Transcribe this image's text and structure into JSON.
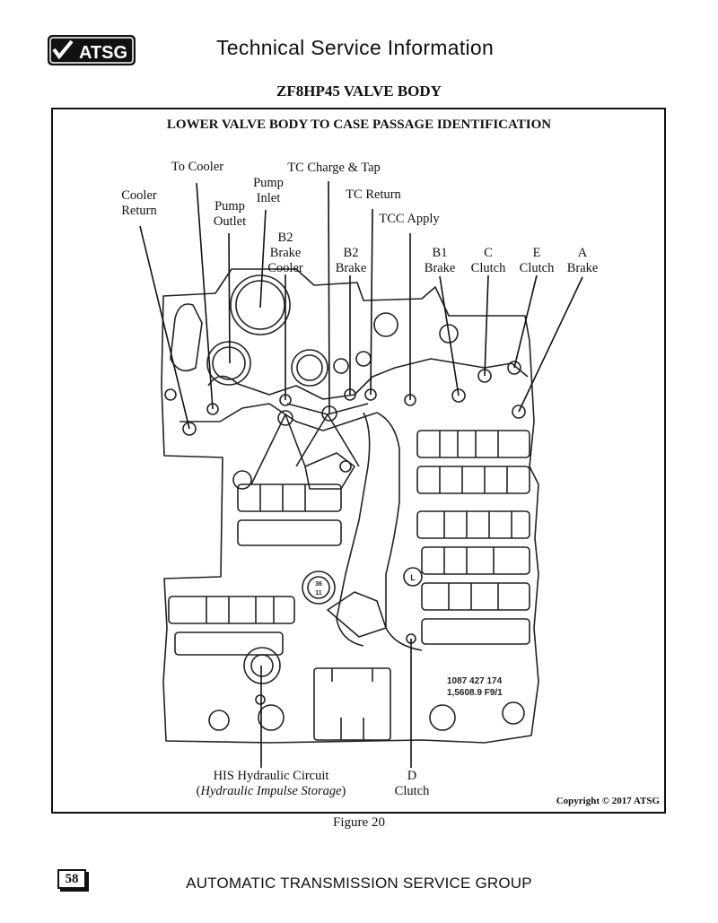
{
  "header": {
    "logo_text": "ATSG",
    "title": "Technical Service Information"
  },
  "document": {
    "title": "ZF8HP45 VALVE BODY"
  },
  "figure": {
    "heading": "LOWER VALVE BODY TO CASE PASSAGE IDENTIFICATION",
    "callouts": [
      {
        "id": "cooler-return",
        "lines": [
          "Cooler",
          "Return"
        ]
      },
      {
        "id": "to-cooler",
        "lines": [
          "To Cooler"
        ]
      },
      {
        "id": "pump-outlet",
        "lines": [
          "Pump",
          "Outlet"
        ]
      },
      {
        "id": "pump-inlet",
        "lines": [
          "Pump",
          "Inlet"
        ]
      },
      {
        "id": "b2-brake-cooler",
        "lines": [
          "B2",
          "Brake",
          "Cooler"
        ]
      },
      {
        "id": "tc-charge-tap",
        "lines": [
          "TC Charge & Tap"
        ]
      },
      {
        "id": "b2-brake",
        "lines": [
          "B2",
          "Brake"
        ]
      },
      {
        "id": "tc-return",
        "lines": [
          "TC Return"
        ]
      },
      {
        "id": "tcc-apply",
        "lines": [
          "TCC Apply"
        ]
      },
      {
        "id": "b1-brake",
        "lines": [
          "B1",
          "Brake"
        ]
      },
      {
        "id": "c-clutch",
        "lines": [
          "C",
          "Clutch"
        ]
      },
      {
        "id": "e-clutch",
        "lines": [
          "E",
          "Clutch"
        ]
      },
      {
        "id": "a-brake",
        "lines": [
          "A",
          "Brake"
        ]
      },
      {
        "id": "his-hydraulic-circuit",
        "lines": [
          "HIS Hydraulic Circuit"
        ],
        "subline": "Hydraulic Impulse Storage"
      },
      {
        "id": "d-clutch",
        "lines": [
          "D",
          "Clutch"
        ]
      }
    ],
    "casting_numbers": [
      "1087 427 174",
      "1,5608.9  F9/1"
    ],
    "casting_marks": [
      "36",
      "11",
      "L"
    ],
    "copyright": "Copyright © 2017 ATSG",
    "caption": "Figure 20"
  },
  "footer": {
    "page_number": "58",
    "text": "AUTOMATIC TRANSMISSION SERVICE GROUP"
  }
}
